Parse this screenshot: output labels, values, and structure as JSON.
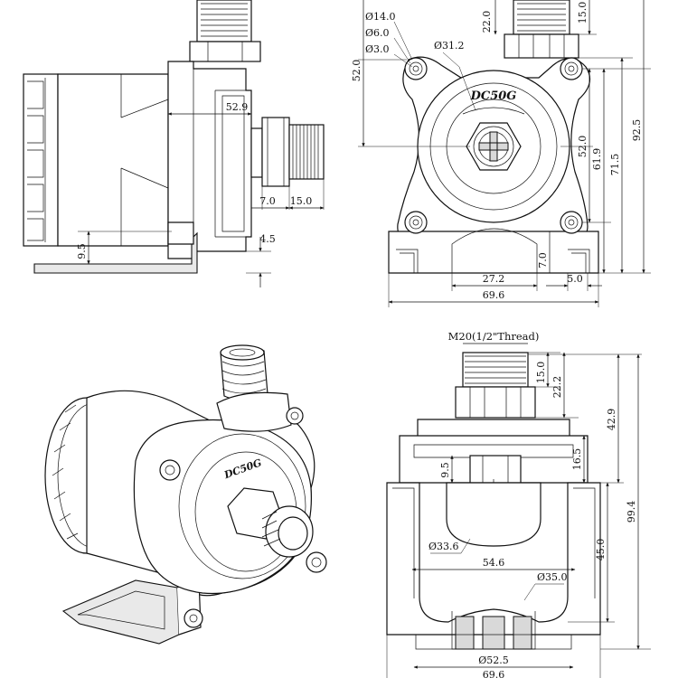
{
  "views": {
    "side": {
      "dims": {
        "d529": "52.9",
        "d70": "7.0",
        "d150": "15.0",
        "d95": "9.5",
        "d45": "4.5"
      }
    },
    "front": {
      "dims": {
        "d140": "Ø14.0",
        "d60": "Ø6.0",
        "d30": "Ø3.0",
        "d312": "Ø31.2",
        "d520left": "52.0",
        "d220": "22.0",
        "d150": "15.0",
        "d520": "52.0",
        "d619": "61.9",
        "d715": "71.5",
        "d925": "92.5",
        "d70": "7.0",
        "d272": "27.2",
        "d50": "5.0",
        "d696": "69.6"
      },
      "logo": "DC50G"
    },
    "iso": {
      "logo": "DC50G"
    },
    "top": {
      "thread": "M20(1/2\"Thread)",
      "dims": {
        "d150": "15.0",
        "d222": "22.2",
        "d429": "42.9",
        "d165": "16.5",
        "d95": "9.5",
        "d994": "99.4",
        "d336": "Ø33.6",
        "d450": "45.0",
        "d546": "54.6",
        "d350": "Ø35.0",
        "d525": "Ø52.5",
        "d696": "69.6"
      }
    }
  }
}
